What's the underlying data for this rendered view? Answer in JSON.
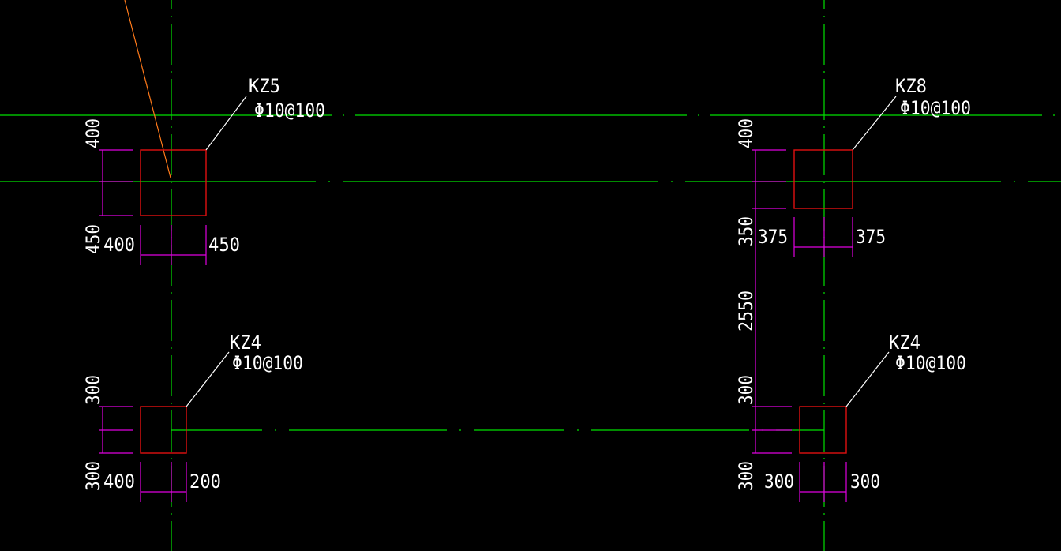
{
  "colors": {
    "background": "#000000",
    "axis_line": "#00e000",
    "column_outline": "#e01010",
    "dimension_line": "#e000e0",
    "text": "#ffffff",
    "pointer_line": "#ff7a1a"
  },
  "columns": [
    {
      "id": "kz5",
      "name": "KZ5",
      "rebar": "Φ10@100",
      "dims": {
        "top": "400",
        "bottom": "450",
        "left": "400",
        "right": "450"
      }
    },
    {
      "id": "kz8",
      "name": "KZ8",
      "rebar": "Φ10@100",
      "dims": {
        "top": "400",
        "bottom": "350",
        "left": "375",
        "right": "375"
      }
    },
    {
      "id": "kz4a",
      "name": "KZ4",
      "rebar": "Φ10@100",
      "dims": {
        "top": "300",
        "bottom": "300",
        "left": "400",
        "right": "200"
      }
    },
    {
      "id": "kz4b",
      "name": "KZ4",
      "rebar": "Φ10@100",
      "dims": {
        "top": "300",
        "bottom": "300",
        "left": "300",
        "right": "300"
      }
    }
  ],
  "span_dimension": "2550"
}
